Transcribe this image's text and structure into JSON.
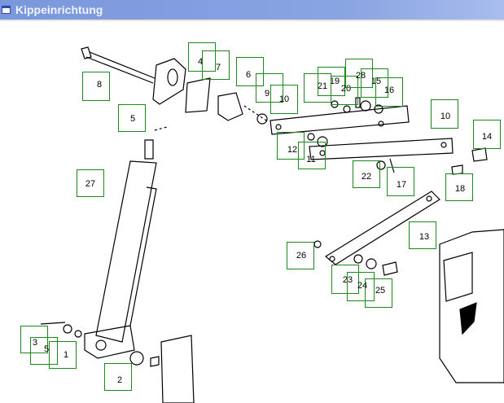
{
  "window": {
    "title": "Kippeinrichtung"
  },
  "parts": [
    {
      "id": "8"
    },
    {
      "id": "4"
    },
    {
      "id": "7"
    },
    {
      "id": "6"
    },
    {
      "id": "9"
    },
    {
      "id": "10"
    },
    {
      "id": "5"
    },
    {
      "id": "21"
    },
    {
      "id": "19"
    },
    {
      "id": "20"
    },
    {
      "id": "28"
    },
    {
      "id": "15"
    },
    {
      "id": "16"
    },
    {
      "id": "12"
    },
    {
      "id": "11"
    },
    {
      "id": "10"
    },
    {
      "id": "14"
    },
    {
      "id": "22"
    },
    {
      "id": "17"
    },
    {
      "id": "18"
    },
    {
      "id": "27"
    },
    {
      "id": "13"
    },
    {
      "id": "26"
    },
    {
      "id": "23"
    },
    {
      "id": "24"
    },
    {
      "id": "25"
    },
    {
      "id": "3"
    },
    {
      "id": "5"
    },
    {
      "id": "1"
    },
    {
      "id": "2"
    }
  ],
  "colors": {
    "hotspot": "#1a8a1a",
    "titlebar": "#7b97dc"
  }
}
